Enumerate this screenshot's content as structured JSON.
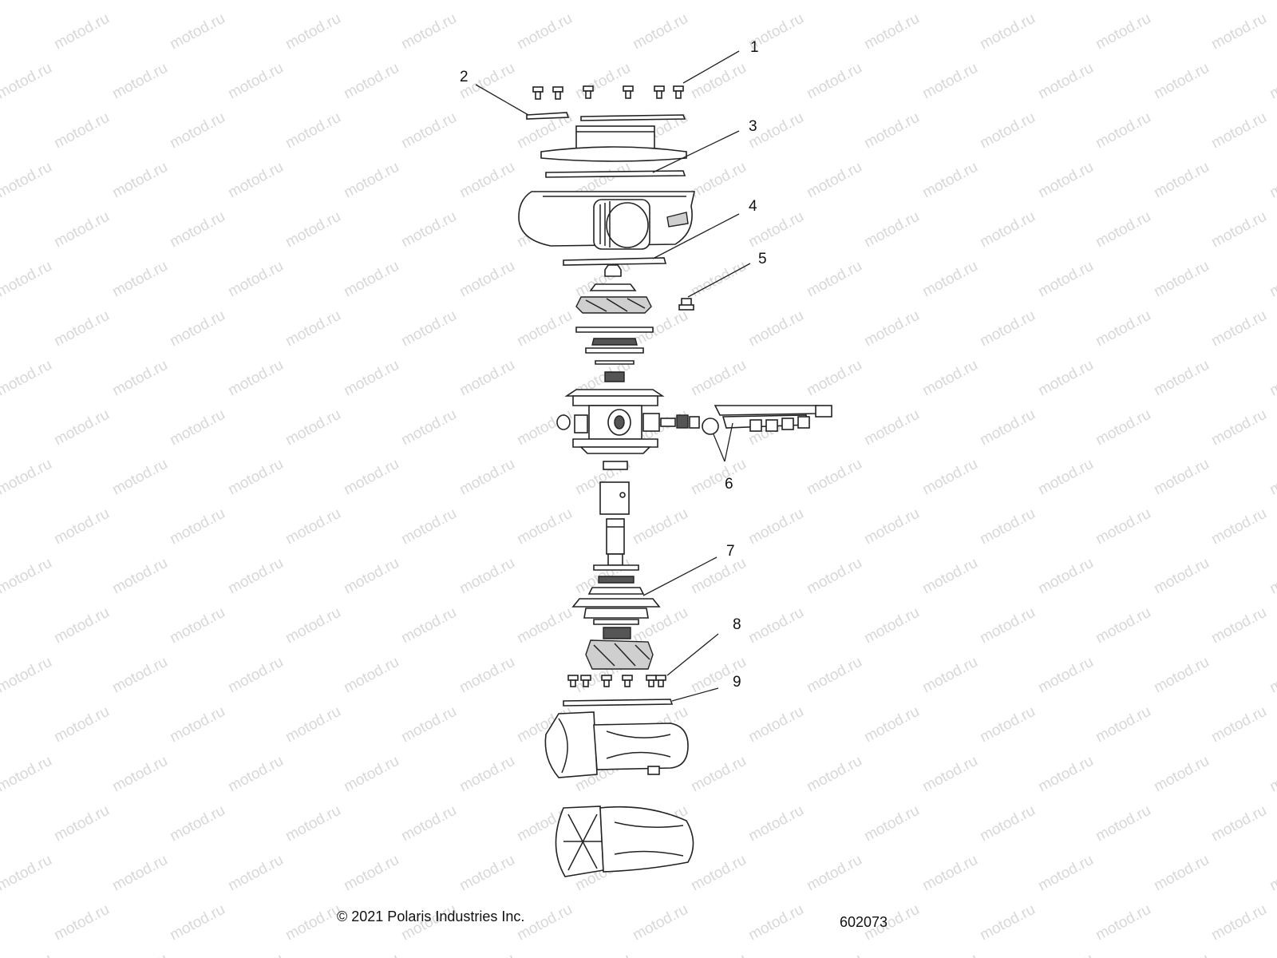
{
  "watermark": {
    "text": "motod.ru",
    "color": "#d8d8d8"
  },
  "callouts": [
    {
      "number": "1"
    },
    {
      "number": "2"
    },
    {
      "number": "3"
    },
    {
      "number": "4"
    },
    {
      "number": "5"
    },
    {
      "number": "6"
    },
    {
      "number": "7"
    },
    {
      "number": "8"
    },
    {
      "number": "9"
    }
  ],
  "footer": {
    "copyright": "© 2021 Polaris Industries Inc.",
    "drawing_number": "602073"
  }
}
